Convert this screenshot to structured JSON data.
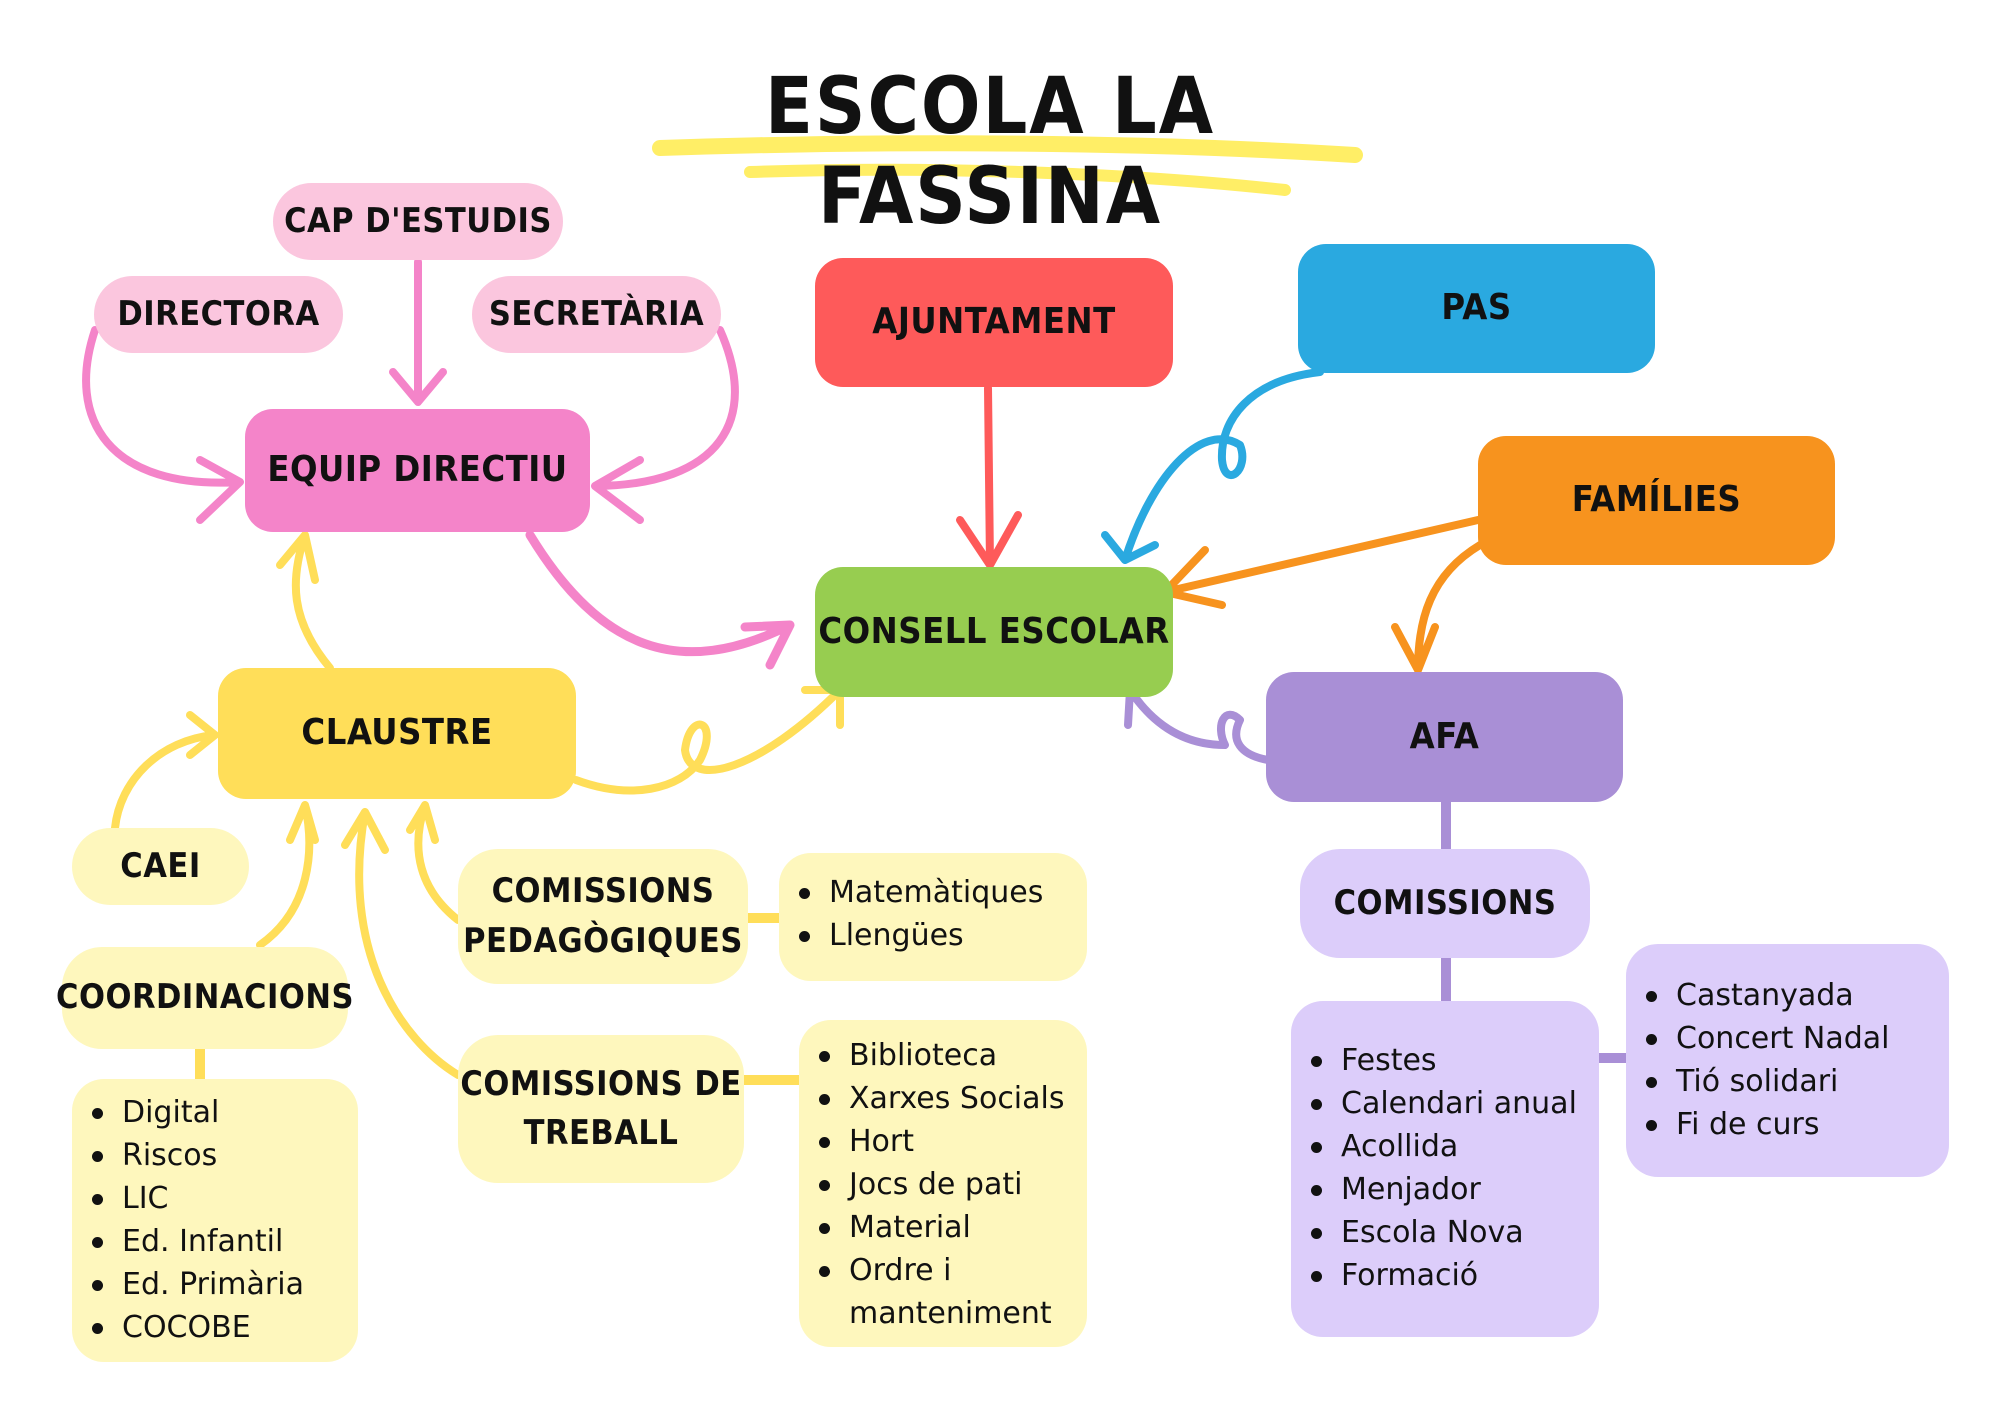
{
  "title": "ESCOLA LA FASSINA",
  "colors": {
    "pink_light": "#FBC6DE",
    "pink": "#F484C9",
    "red": "#FE5A5A",
    "blue": "#2AA9E0",
    "orange": "#F7931E",
    "green": "#97CD50",
    "purple": "#A98FD6",
    "purple_light": "#DCCDFA",
    "yellow": "#FFDE59",
    "yellow_light": "#FEF7BD"
  },
  "nodes": {
    "cap_destudis": "CAP D'ESTUDIS",
    "directora": "DIRECTORA",
    "secretaria": "SECRETÀRIA",
    "equip_directiu": "EQUIP DIRECTIU",
    "ajuntament": "AJUNTAMENT",
    "pas": "PAS",
    "families": "FAMÍLIES",
    "consell_escolar": "CONSELL ESCOLAR",
    "afa": "AFA",
    "claustre": "CLAUSTRE",
    "caei": "CAEI",
    "coordinacions": "COORDINACIONS",
    "comissions_pedagogiques": [
      "COMISSIONS",
      "PEDAGÒGIQUES"
    ],
    "comissions_treball": [
      "COMISSIONS DE",
      "TREBALL"
    ],
    "comissions_afa": "COMISSIONS"
  },
  "lists": {
    "coordinacions": [
      "Digital",
      "Riscos",
      "LIC",
      "Ed. Infantil",
      "Ed. Primària",
      "COCOBE"
    ],
    "pedagogiques": [
      "Matemàtiques",
      "Llengües"
    ],
    "treball": [
      "Biblioteca",
      "Xarxes Socials",
      "Hort",
      "Jocs de pati",
      "Material",
      "Ordre i",
      "manteniment"
    ],
    "afa_comissions": [
      "Festes",
      "Calendari anual",
      "Acollida",
      "Menjador",
      "Escola Nova",
      "Formació"
    ],
    "festes": [
      "Castanyada",
      "Concert Nadal",
      "Tió solidari",
      "Fi de curs"
    ]
  }
}
